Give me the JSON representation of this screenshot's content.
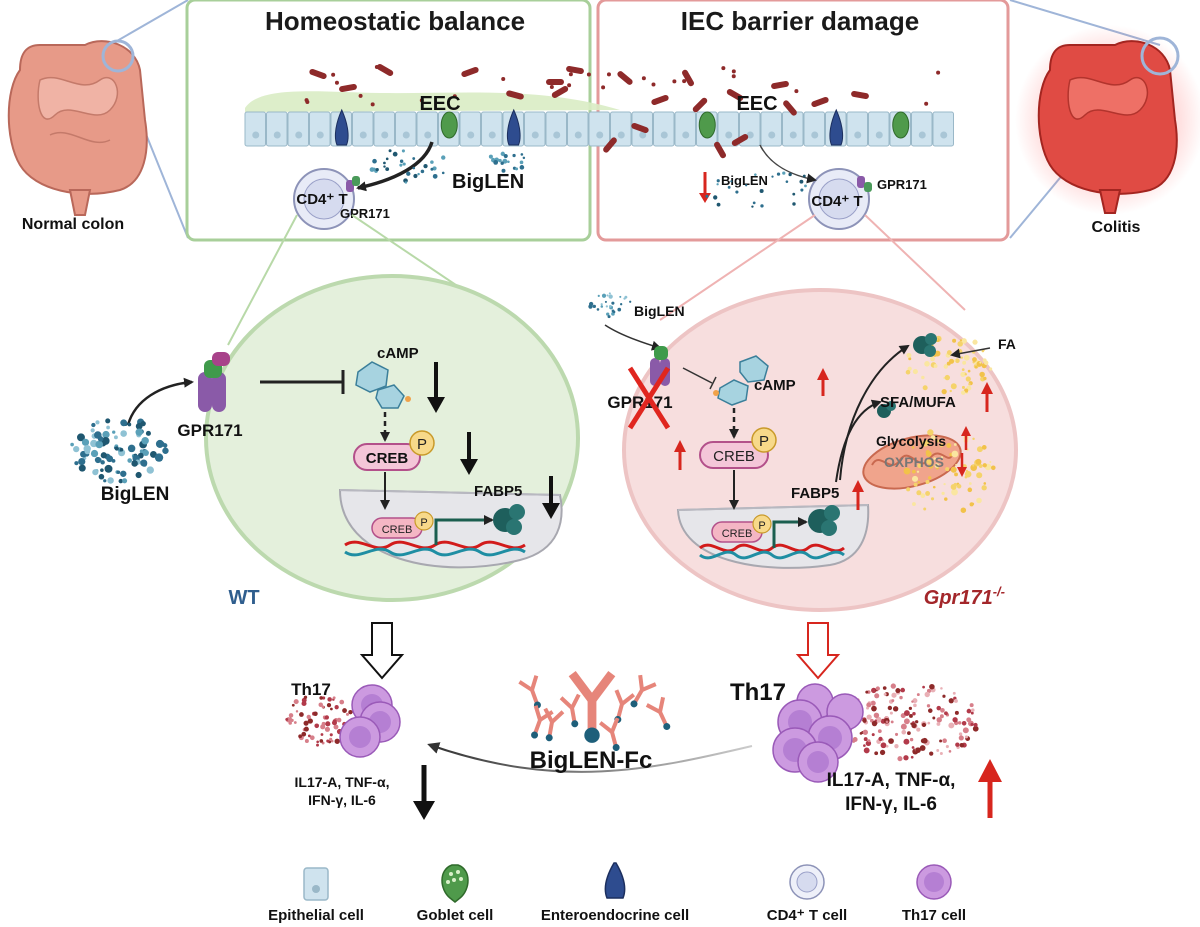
{
  "panels": {
    "left_title": "Homeostatic balance",
    "right_title": "IEC barrier damage"
  },
  "colon": {
    "normal_label": "Normal colon",
    "colitis_label": "Colitis"
  },
  "top_left": {
    "eec": "EEC",
    "cd4": "CD4⁺ T",
    "gpr171": "GPR171",
    "biglen": "BigLEN"
  },
  "top_right": {
    "eec": "EEC",
    "cd4": "CD4⁺ T",
    "gpr171": "GPR171",
    "biglen": "BigLEN"
  },
  "wt_cell": {
    "label": "WT",
    "camp": "cAMP",
    "creb": "CREB",
    "creb_nucleus": "CREB",
    "p": "P",
    "fabp5": "FABP5",
    "gpr171": "GPR171",
    "biglen": "BigLEN"
  },
  "ko_cell": {
    "label": "Gpr171",
    "label_sup": "-/-",
    "camp": "cAMP",
    "creb": "CREB",
    "creb_nucleus": "CREB",
    "p": "P",
    "fabp5": "FABP5",
    "gpr171": "GPR171",
    "biglen": "BigLEN",
    "fa": "FA",
    "sfa_mufa": "SFA/MUFA",
    "glycolysis": "Glycolysis",
    "oxphos": "OXPHOS"
  },
  "bottom": {
    "th17_left": "Th17",
    "th17_right": "Th17",
    "cytokines_left_line1": "IL17-A, TNF-α,",
    "cytokines_left_line2": "IFN-γ,  IL-6",
    "cytokines_right_line1": "IL17-A, TNF-α,",
    "cytokines_right_line2": "IFN-γ,  IL-6",
    "biglen_fc": "BigLEN-Fc"
  },
  "legend": [
    {
      "label": "Epithelial cell",
      "icon": "epithelial-cell-icon"
    },
    {
      "label": "Goblet cell",
      "icon": "goblet-cell-icon"
    },
    {
      "label": "Enteroendocrine cell",
      "icon": "enteroendocrine-cell-icon"
    },
    {
      "label": "CD4⁺ T cell",
      "icon": "cd4-t-cell-icon"
    },
    {
      "label": "Th17 cell",
      "icon": "th17-cell-icon"
    }
  ],
  "colors": {
    "green_panel": "#a8cf9a",
    "red_panel": "#e39a9a",
    "wt_cell_fill": "#e4f0dc",
    "ko_cell_fill": "#f7dede",
    "up_arrow": "#d7261e",
    "wt_label": "#2f5e8e",
    "ko_label": "#a3262a"
  }
}
